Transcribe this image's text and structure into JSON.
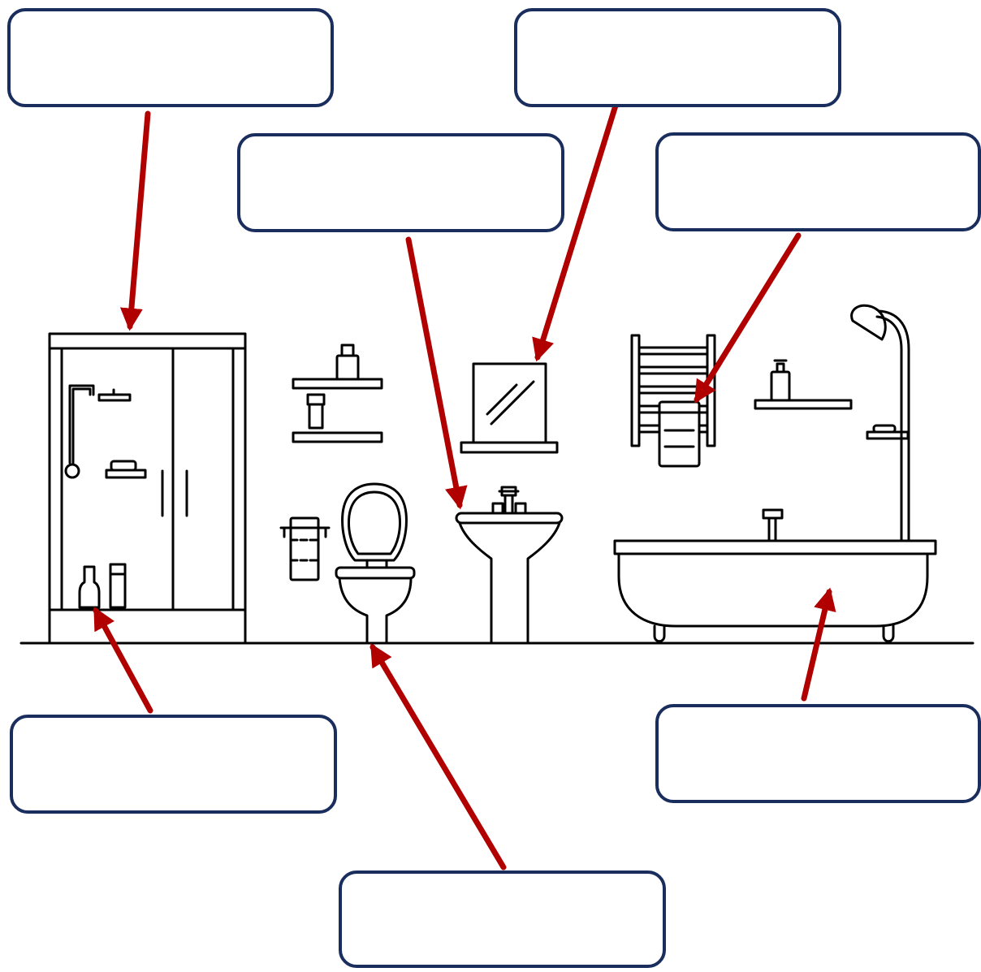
{
  "worksheet": {
    "topic": "bathroom-vocabulary",
    "label_boxes": [
      {
        "id": "box-shower",
        "text": ""
      },
      {
        "id": "box-mirror",
        "text": ""
      },
      {
        "id": "box-sink",
        "text": ""
      },
      {
        "id": "box-towel",
        "text": ""
      },
      {
        "id": "box-shampoo",
        "text": ""
      },
      {
        "id": "box-bathtub",
        "text": ""
      },
      {
        "id": "box-toilet",
        "text": ""
      }
    ]
  },
  "colors": {
    "box_border": "#1a2e5e",
    "arrow": "#b00000",
    "line_art": "#000000",
    "background": "#ffffff"
  },
  "icons": [
    "shower-cabin-icon",
    "shelf-icon",
    "toilet-paper-icon",
    "toilet-icon",
    "sink-icon",
    "mirror-icon",
    "towel-rail-icon",
    "soap-shelf-icon",
    "bathtub-icon",
    "lamp-icon"
  ]
}
